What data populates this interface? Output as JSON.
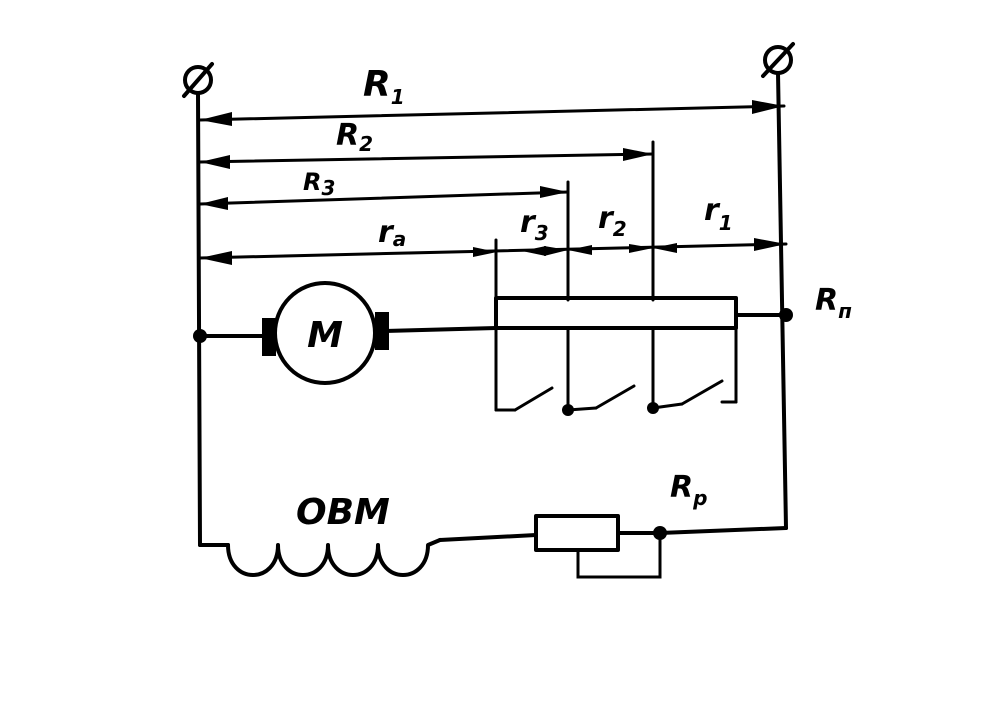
{
  "labels": {
    "R1": {
      "main": "R",
      "sub": "1"
    },
    "R2": {
      "main": "R",
      "sub": "2"
    },
    "R3": {
      "main": "R",
      "sub": "3"
    },
    "ra": {
      "main": "r",
      "sub": "a"
    },
    "r3": {
      "main": "r",
      "sub": "3"
    },
    "r2": {
      "main": "r",
      "sub": "2"
    },
    "r1": {
      "main": "r",
      "sub": "1"
    },
    "Rp_starter": {
      "main": "R",
      "sub": "п"
    },
    "Rp_regulating": {
      "main": "R",
      "sub": "р"
    },
    "field_winding": "ОВМ",
    "motor": "М"
  }
}
